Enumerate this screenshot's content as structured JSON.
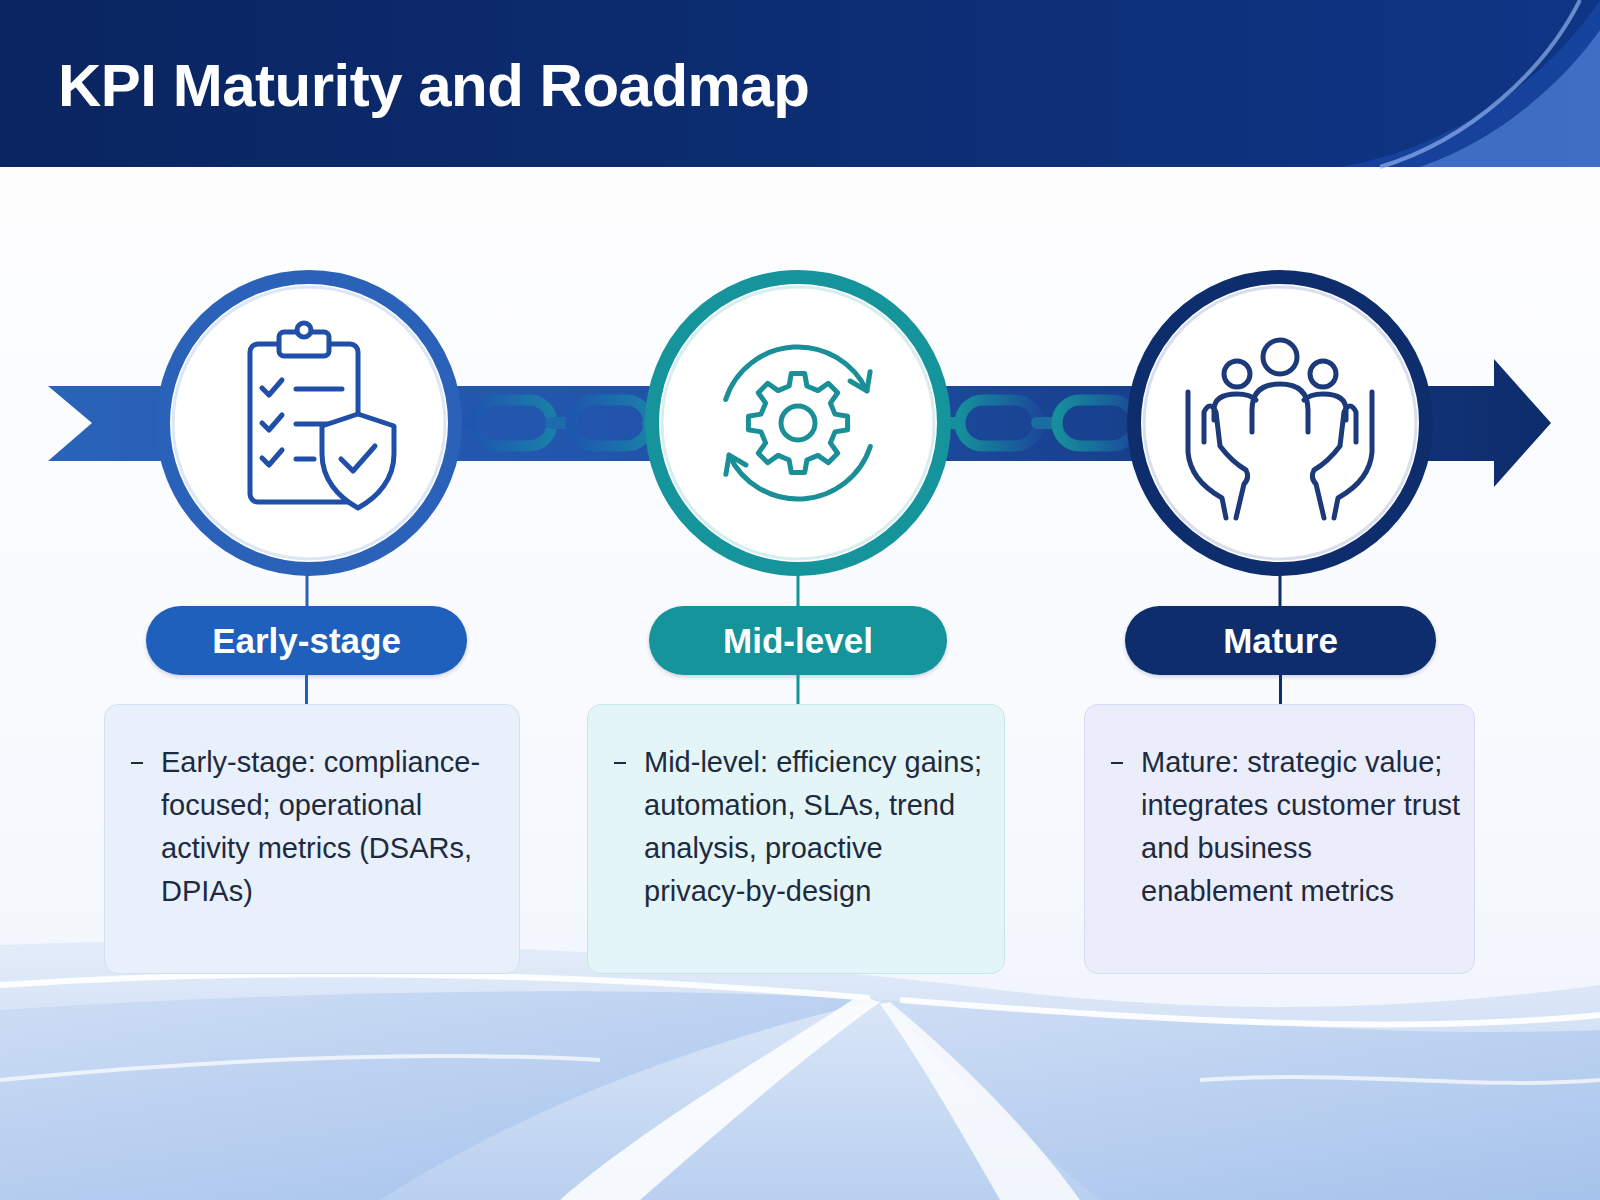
{
  "diagram": {
    "title": "KPI Maturity and Roadmap",
    "nodes": [
      {
        "text": [
          "Early-stage"
        ]
      },
      {
        "text": [
          "Early-stage: compliance-focused; operational activity metrics (DSARs, DPIAs)"
        ]
      },
      {
        "text": [
          "Mid-level"
        ]
      },
      {
        "text": [
          "Mid-level: efficiency gains; automation, SLAs, trend analysis, proactive privacy-by-design"
        ]
      },
      {
        "text": [
          "Mature"
        ]
      },
      {
        "text": [
          "Mature: strategic value; integrates customer trust and business enablement metrics"
        ]
      }
    ],
    "edges": [
      {
        "from": 0,
        "to": 1,
        "arrow": "none"
      },
      {
        "from": 2,
        "to": 3,
        "arrow": "none"
      },
      {
        "from": 4,
        "to": 5,
        "arrow": "none"
      }
    ]
  }
}
